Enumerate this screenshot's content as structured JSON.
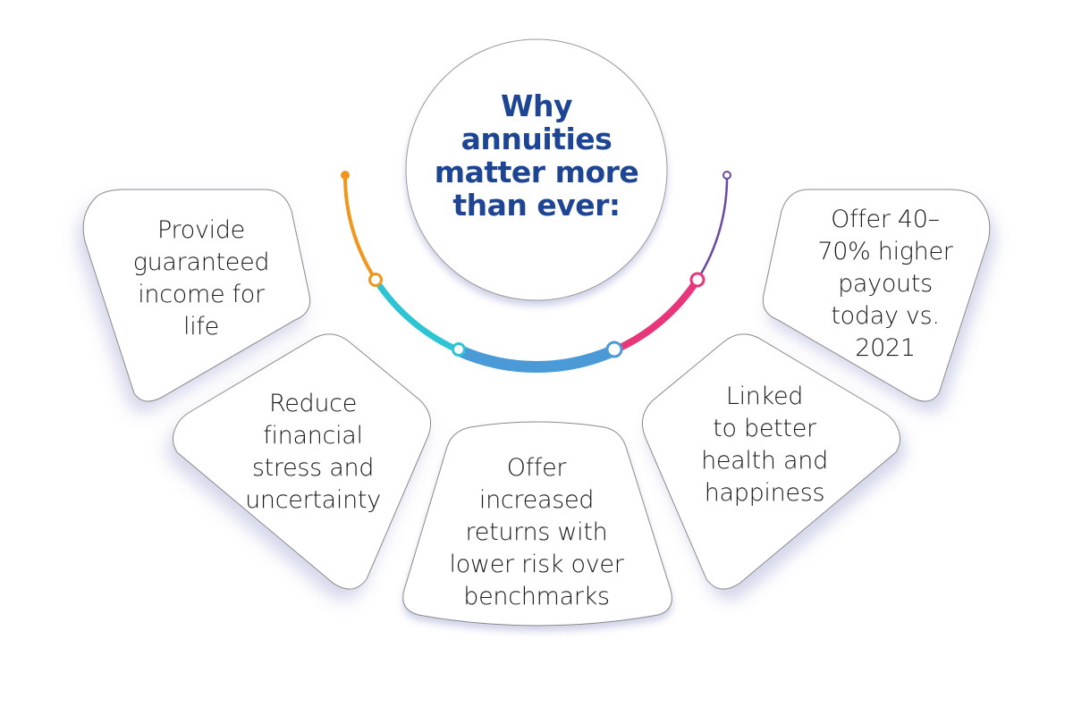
{
  "title": {
    "line1": "Why",
    "line2": "annuities",
    "line3": "matter more",
    "line4": "than ever:"
  },
  "benefits": [
    {
      "lines": [
        "Provide",
        "guaranteed",
        "income for",
        "life"
      ],
      "connector_color": "#f0961e"
    },
    {
      "lines": [
        "Reduce",
        "financial",
        "stress and",
        "uncertainty"
      ],
      "connector_color": "#2ec4d4"
    },
    {
      "lines": [
        "Offer",
        "increased",
        "returns with",
        "lower risk over",
        "benchmarks"
      ],
      "connector_color": "#4a9ad8"
    },
    {
      "lines": [
        "Linked",
        "to better",
        "health and",
        "happiness"
      ],
      "connector_color": "#e8367a"
    },
    {
      "lines": [
        "Offer 40–",
        "70% higher",
        "payouts",
        "today vs.",
        "2021"
      ],
      "connector_color": "#6a4aa0"
    }
  ],
  "colors": {
    "title": "#1e4593",
    "orange": "#f0961e",
    "cyan": "#2ec4d4",
    "blue": "#4a9ad8",
    "pink": "#e8367a",
    "purple": "#6a4aa0"
  }
}
